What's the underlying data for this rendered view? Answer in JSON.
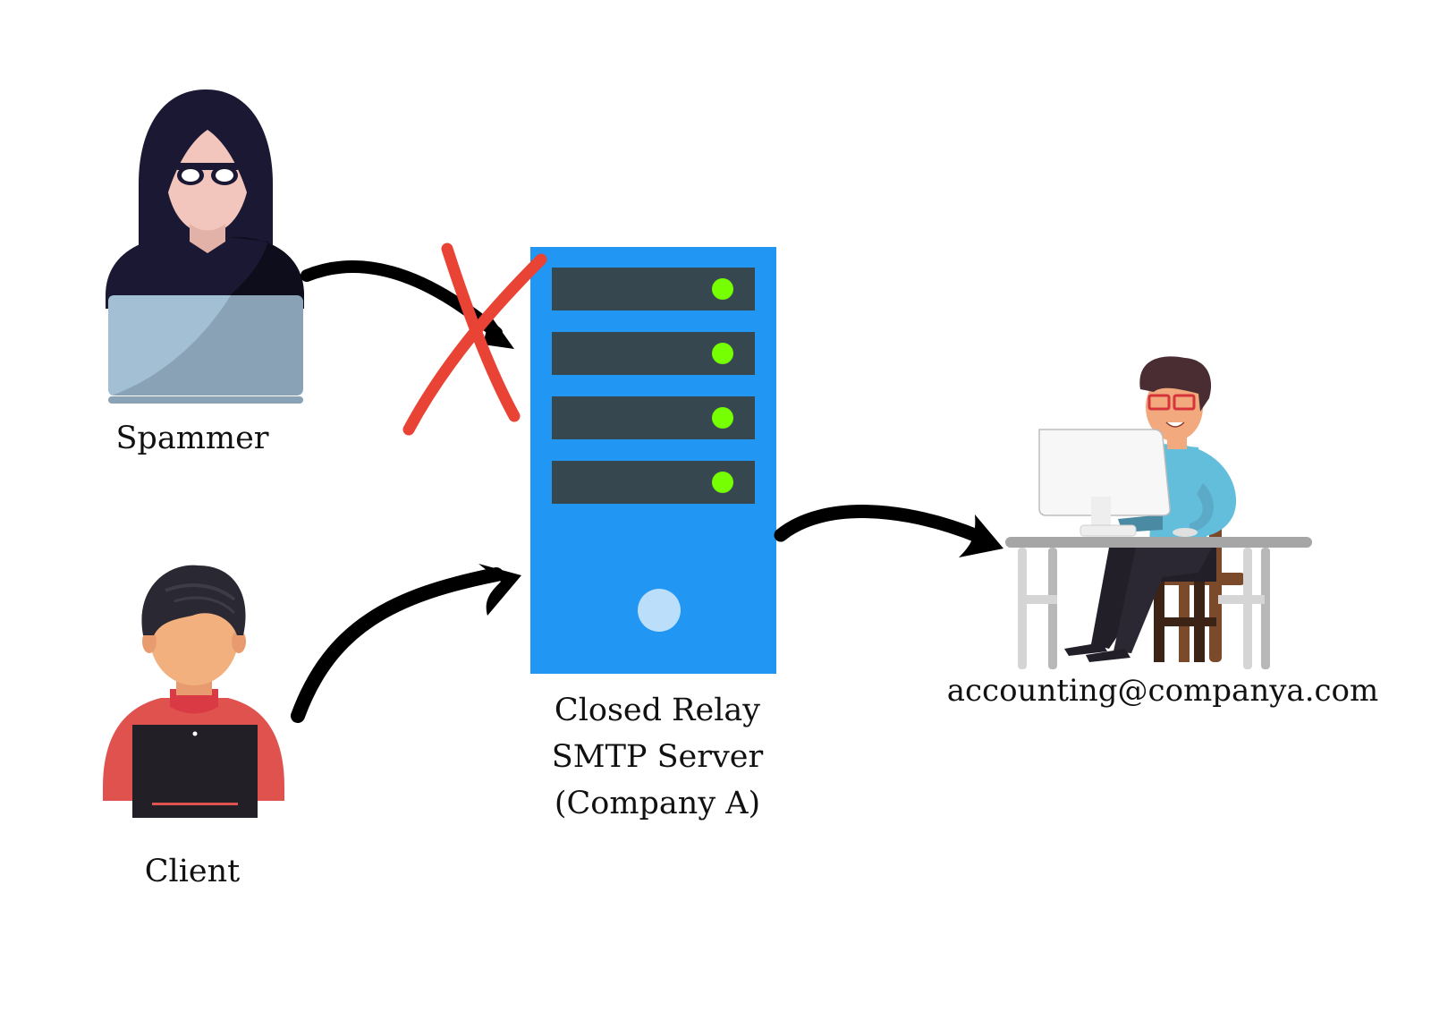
{
  "diagram": {
    "title": "Closed Relay SMTP Server",
    "nodes": {
      "spammer": {
        "label": "Spammer",
        "icon": "hooded-hacker-with-laptop"
      },
      "client": {
        "label": "Client",
        "icon": "person-with-laptop"
      },
      "server": {
        "label_lines": [
          "Closed Relay",
          "SMTP Server",
          "(Company A)"
        ],
        "icon": "server-tower",
        "status_lights": 4,
        "colors": {
          "body": "#2196F3",
          "drive_bay": "#37474F",
          "status_light": "#76FF03",
          "power_button": "#BBDEFB"
        }
      },
      "recipient": {
        "label": "accounting@companya.com",
        "icon": "person-at-desk-computer"
      }
    },
    "edges": [
      {
        "from": "spammer",
        "to": "server",
        "status": "blocked",
        "marker": "red-x"
      },
      {
        "from": "client",
        "to": "server",
        "status": "allowed"
      },
      {
        "from": "server",
        "to": "recipient",
        "status": "delivered"
      }
    ],
    "colors": {
      "arrow": "#000000",
      "blocked_x": "#E94335"
    }
  }
}
